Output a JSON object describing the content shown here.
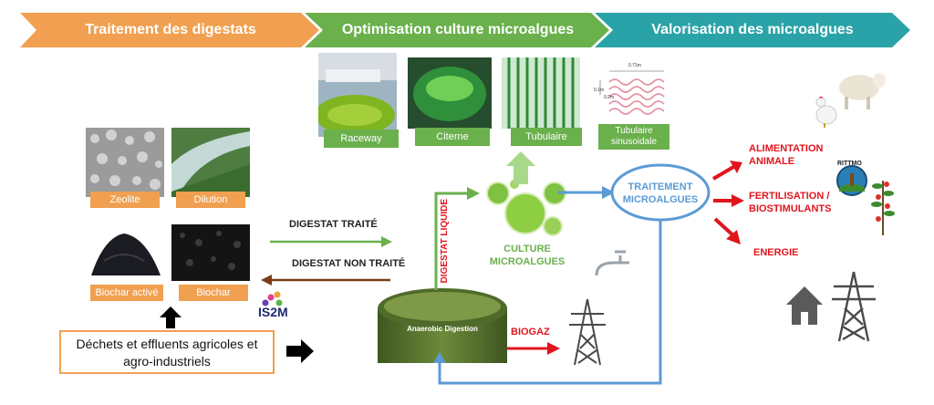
{
  "banner": {
    "step1": "Traitement des digestats",
    "step2": "Optimisation culture microalgues",
    "step3": "Valorisation des microalgues",
    "colors": {
      "step1": "#f0a050",
      "step2": "#6ab04c",
      "step3": "#2aa3a8"
    }
  },
  "culture_systems": {
    "raceway": "Raceway",
    "citerne": "Citerne",
    "tubulaire": "Tubulaire",
    "tubulaire_sinusoidale": "Tubulaire sinusoidale",
    "dims": {
      "width": "0.71m",
      "height": "0.1m",
      "depth": "0.2m"
    }
  },
  "treatments": {
    "zeolite": "Zeolite",
    "dilution": "Dilution",
    "biochar_active": "Biochar activé",
    "biochar": "Biochar"
  },
  "flows": {
    "digestat_traite": "DIGESTAT TRAITÉ",
    "digestat_non_traite": "DIGESTAT NON TRAITÉ",
    "digestat_liquide": "DIGESTAT LIQUIDE",
    "culture_microalgues": "CULTURE MICROALGUES",
    "biogaz": "BIOGAZ"
  },
  "source": {
    "text": "Déchets et effluents agricoles et agro-industriels"
  },
  "digester": {
    "label": "Anaerobic Digestion"
  },
  "treatment_microalgues": "TRAITEMENT MICROALGUES",
  "outputs": {
    "alimentation": "ALIMENTATION ANIMALE",
    "fertilisation": "FERTILISATION / BIOSTIMULANTS",
    "energie": "ENERGIE"
  },
  "logos": {
    "is2m": "IS2M",
    "rittmo": "RITTMO"
  },
  "icons": [
    "sheep-icon",
    "chicken-icon",
    "plant-icon",
    "house-icon",
    "power-pylon-icon",
    "water-tap-icon"
  ]
}
